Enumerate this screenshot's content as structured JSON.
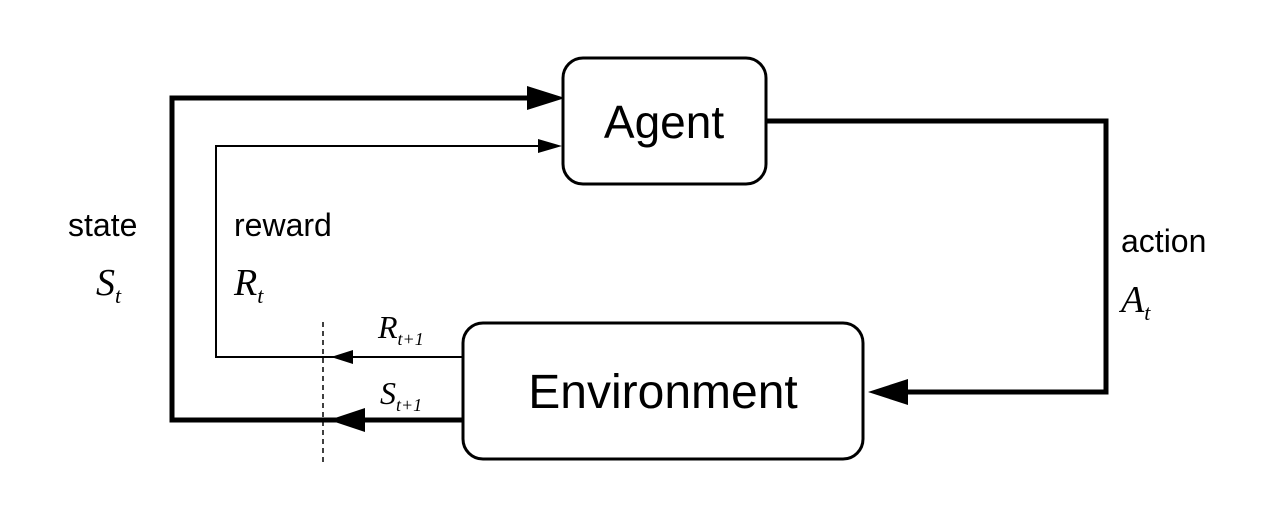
{
  "agent": {
    "label": "Agent"
  },
  "environment": {
    "label": "Environment"
  },
  "state": {
    "word": "state",
    "symbol": "S",
    "subscript": "t"
  },
  "reward": {
    "word": "reward",
    "symbol": "R",
    "subscript": "t"
  },
  "action": {
    "word": "action",
    "symbol": "A",
    "subscript": "t"
  },
  "next_reward": {
    "symbol": "R",
    "subscript": "t+1"
  },
  "next_state": {
    "symbol": "S",
    "subscript": "t+1"
  }
}
